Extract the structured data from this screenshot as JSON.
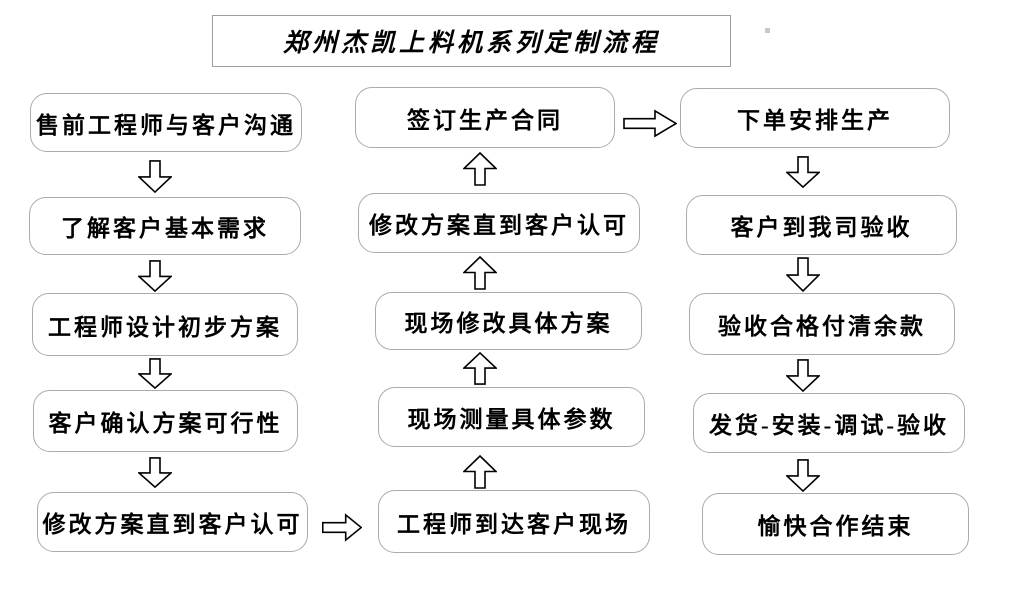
{
  "diagram": {
    "title": "郑州杰凯上料机系列定制流程",
    "columns": [
      {
        "id": "left",
        "arrow_direction": "down",
        "nodes": [
          "售前工程师与客户沟通",
          "了解客户基本需求",
          "工程师设计初步方案",
          "客户确认方案可行性",
          "修改方案直到客户认可"
        ]
      },
      {
        "id": "middle",
        "arrow_direction": "up",
        "nodes": [
          "签订生产合同",
          "修改方案直到客户认可",
          "现场修改具体方案",
          "现场测量具体参数",
          "工程师到达客户现场"
        ]
      },
      {
        "id": "right",
        "arrow_direction": "down",
        "nodes": [
          "下单安排生产",
          "客户到我司验收",
          "验收合格付清余款",
          "发货-安装-调试-验收",
          "愉快合作结束"
        ]
      }
    ],
    "cross_links": [
      {
        "from": "修改方案直到客户认可",
        "to": "工程师到达客户现场",
        "direction": "right"
      },
      {
        "from": "签订生产合同",
        "to": "下单安排生产",
        "direction": "right"
      }
    ],
    "colors": {
      "box_border": "#ababab",
      "title_border": "#9d9d9d",
      "arrow_outline": "#000000",
      "text": "#000000",
      "background": "#ffffff"
    }
  }
}
